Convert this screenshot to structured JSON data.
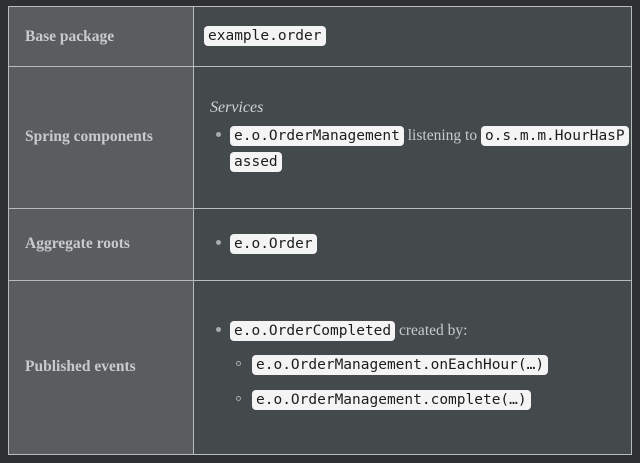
{
  "table": {
    "rows": [
      {
        "label": "Base package",
        "base_package": "example.order"
      },
      {
        "label": "Spring components",
        "section_title": "Services",
        "items": [
          {
            "code_before": "e.o.OrderManagement",
            "text_middle": "listening to",
            "code_after": "o.s.m.m.HourHasPassed"
          }
        ]
      },
      {
        "label": "Aggregate roots",
        "items": [
          {
            "code_before": "e.o.Order"
          }
        ]
      },
      {
        "label": "Published events",
        "items": [
          {
            "code_before": "e.o.OrderCompleted",
            "text_middle": "created by:",
            "sub_items": [
              {
                "code": "e.o.OrderManagement.onEachHour(…)"
              },
              {
                "code": "e.o.OrderManagement.complete(…)"
              }
            ]
          }
        ]
      }
    ]
  },
  "colors": {
    "page_background": "#2e3133",
    "table_border": "#b9bcbd",
    "label_cell_background": "#5a5d5f",
    "content_cell_background": "#44494b",
    "label_text": "#c8cacb",
    "body_text": "#c9cbcc",
    "chip_background": "#f4f4f4",
    "chip_text": "#1b1d1e",
    "bullet_marker": "#a9abac"
  }
}
